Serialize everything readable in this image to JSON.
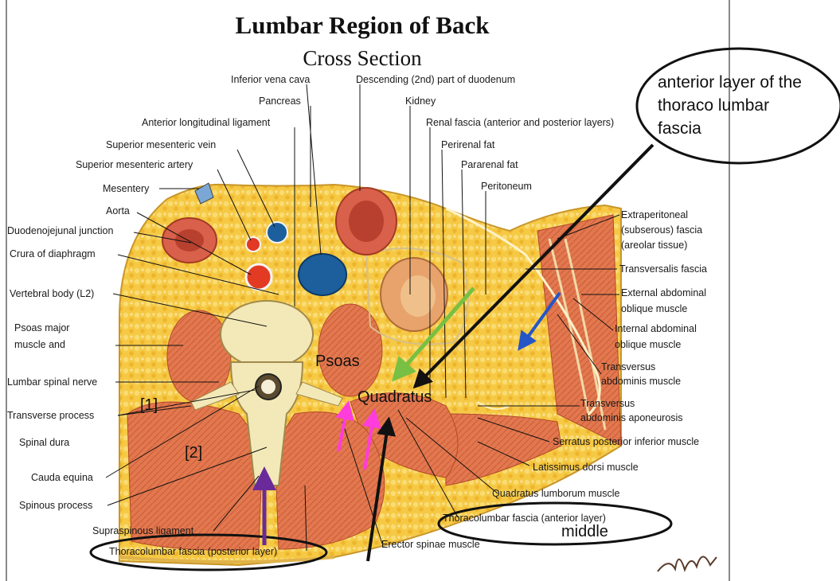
{
  "title": "Lumbar Region of Back",
  "subtitle": "Cross Section",
  "labels": {
    "inferior_vena_cava": "Inferior vena cava",
    "descending_duodenum": "Descending (2nd) part of duodenum",
    "pancreas": "Pancreas",
    "kidney": "Kidney",
    "anterior_longitudinal_ligament": "Anterior longitudinal ligament",
    "renal_fascia": "Renal fascia (anterior and posterior layers)",
    "superior_mesenteric_vein": "Superior mesenteric vein",
    "perirenal_fat": "Perirenal fat",
    "superior_mesenteric_artery": "Superior mesenteric artery",
    "pararenal_fat": "Pararenal fat",
    "peritoneum": "Peritoneum",
    "mesentery": "Mesentery",
    "aorta": "Aorta",
    "duodenojejunal_junction": "Duodenojejunal junction",
    "crura_of_diaphragm": "Crura of diaphragm",
    "vertebral_body": "Vertebral body (L2)",
    "psoas_major_1": "Psoas major",
    "psoas_major_2": "muscle and",
    "lumbar_spinal_nerve": "Lumbar spinal nerve",
    "transverse_process": "Transverse process",
    "spinal_dura": "Spinal dura",
    "cauda_equina": "Cauda equina",
    "spinous_process": "Spinous process",
    "supraspinous_ligament": "Supraspinous ligament",
    "thoracolumbar_posterior": "Thoracolumbar fascia (posterior layer)",
    "erector_spinae": "Erector spinae muscle",
    "thoracolumbar_anterior": "Thoracolumbar fascia (anterior layer)",
    "quadratus_lumborum": "Quadratus lumborum muscle",
    "latissimus_dorsi": "Latissimus dorsi muscle",
    "serratus_posterior_inferior": "Serratus posterior inferior muscle",
    "transversus_aponeurosis_1": "Transversus",
    "transversus_aponeurosis_2": "abdominis aponeurosis",
    "transversus_muscle_1": "Transversus",
    "transversus_muscle_2": "abdominis muscle",
    "internal_oblique_1": "Internal abdominal",
    "internal_oblique_2": "oblique muscle",
    "external_oblique_1": "External abdominal",
    "external_oblique_2": "oblique muscle",
    "transversalis_fascia": "Transversalis fascia",
    "extraperitoneal_1": "Extraperitoneal",
    "extraperitoneal_2": "(subserous) fascia",
    "extraperitoneal_3": "(areolar tissue)"
  },
  "annotations": {
    "psoas": "Psoas",
    "quadratus": "Quadratus",
    "bracket_1": "[1]",
    "bracket_2": "[2]",
    "middle": "middle",
    "anterior_layer_1": "anterior layer of the",
    "anterior_layer_2": "thoraco lumbar",
    "anterior_layer_3": "fascia"
  },
  "colors": {
    "fat": "#f6c945",
    "muscle": "#e2784f",
    "muscle_dark": "#cf5c37",
    "bone": "#f3e9b8",
    "vein_blue": "#1c5f9c",
    "artery_red": "#e23a23",
    "green_arrow": "#77c043",
    "blue_arrow": "#2456c8",
    "pink_arrow": "#ff3cdc",
    "purple_arrow": "#6b2a9a",
    "black": "#111111"
  }
}
